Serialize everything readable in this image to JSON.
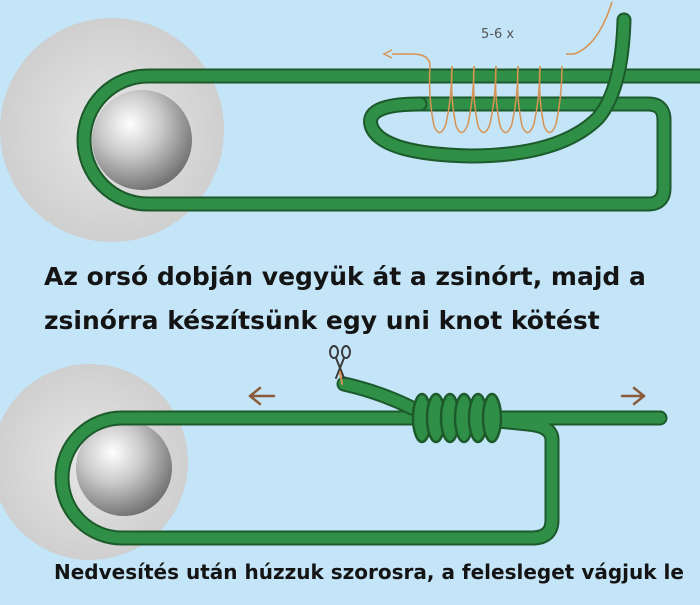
{
  "step1": {
    "turns_label": "5-6 x",
    "caption_line1": "Az orsó dobján vegyük át a zsinórt, majd a",
    "caption_line2": "zsinórra készítsünk egy uni knot kötést"
  },
  "step2": {
    "caption": "Nedvesítés után húzzuk szorosra, a felesleget vágjuk le"
  },
  "colors": {
    "background": "#c4e4f8",
    "line_green": "#2f8f46",
    "line_dark": "#1c5a2b",
    "guide_orange": "#d89250",
    "arrow_brown": "#8a5a3a"
  }
}
